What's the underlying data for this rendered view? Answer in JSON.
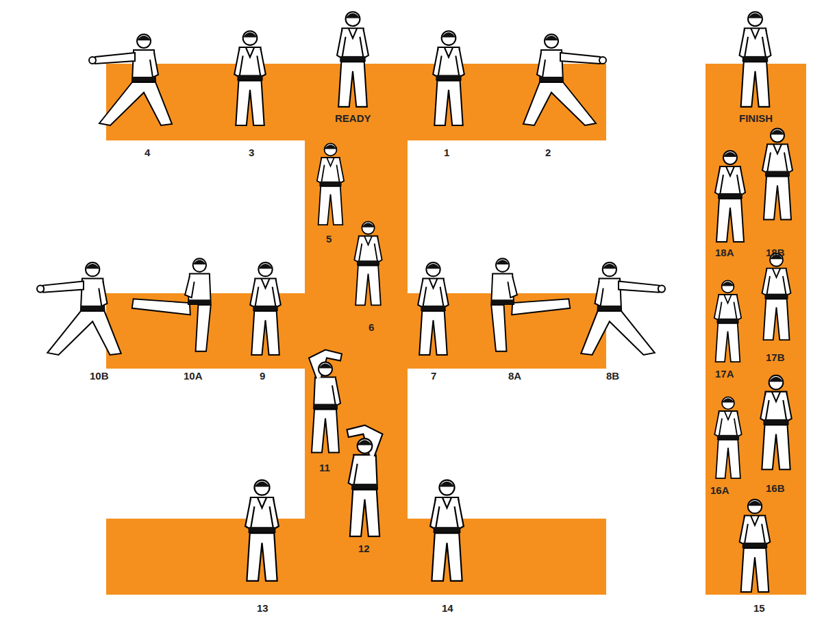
{
  "diagram": {
    "labels": [
      "4",
      "3",
      "READY",
      "1",
      "2",
      "FINISH",
      "5",
      "18A",
      "18B",
      "6",
      "17A",
      "17B",
      "10B",
      "10A",
      "9",
      "7",
      "8A",
      "8B",
      "11",
      "16A",
      "16B",
      "12",
      "13",
      "14",
      "15"
    ]
  }
}
